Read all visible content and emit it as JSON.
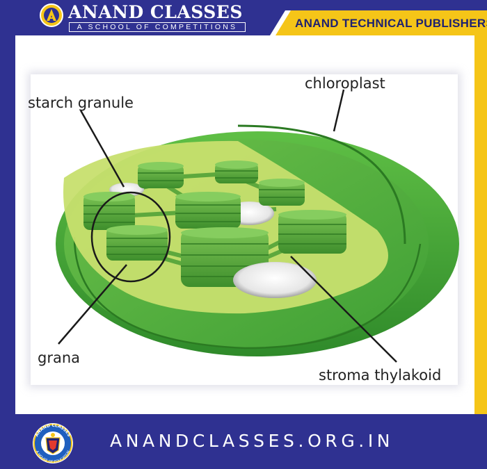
{
  "header": {
    "brand_title": "ANAND CLASSES",
    "brand_subtitle": "A SCHOOL OF COMPETITIONS",
    "publisher": "ANAND TECHNICAL PUBLISHERS"
  },
  "diagram": {
    "labels": {
      "chloroplast": "chloroplast",
      "starch_granule": "starch granule",
      "grana": "grana",
      "stroma_thylakoid": "stroma thylakoid"
    }
  },
  "footer": {
    "url": "ANANDCLASSES.ORG.IN",
    "logo_ring_text_top": "ANAND CLASSES",
    "logo_ring_text_bottom": "A HOUSE OF EDUCATION"
  },
  "colors": {
    "frame": "#2f3191",
    "accent": "#f5c518",
    "outer_membrane": "#3f9f35",
    "stroma": "#c7df6e",
    "thylakoid": "#5fae3f"
  }
}
